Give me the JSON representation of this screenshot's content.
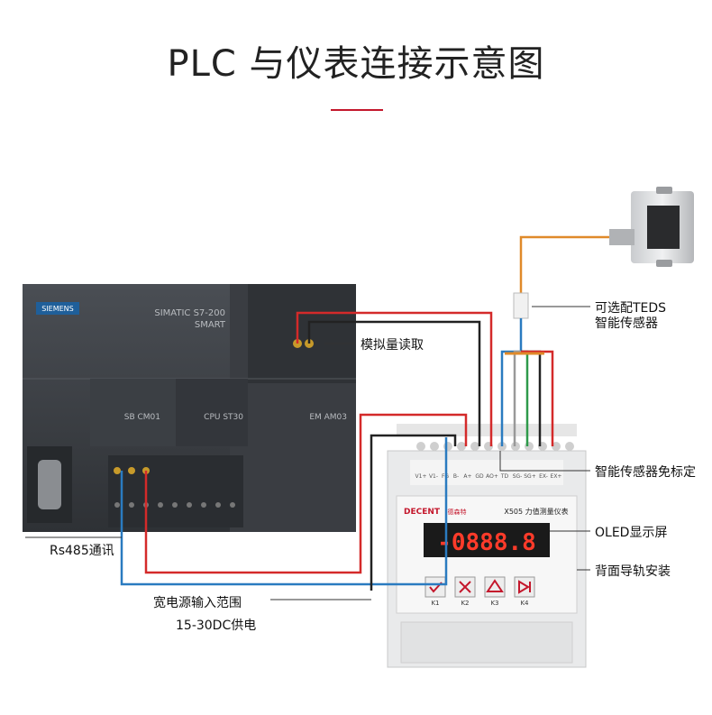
{
  "title": "PLC 与仪表连接示意图",
  "accent_color": "#c4172c",
  "plc": {
    "brand": "SIEMENS",
    "model_line1": "SIMATIC S7-200",
    "model_line2": "SMART",
    "module_cm": "SB CM01",
    "module_cpu": "CPU ST30",
    "module_em": "EM AM03"
  },
  "meter": {
    "brand": "DECENT",
    "brand_cn": "德森特",
    "model": "X505 力值测量仪表",
    "display": "-0888.8",
    "terminals": [
      "V1+",
      "V1-",
      "FG",
      "B-",
      "A+",
      "GD",
      "AO+",
      "TD",
      "SG-",
      "SG+",
      "EX-",
      "EX+"
    ],
    "keys": [
      "K1",
      "K2",
      "K3",
      "K4"
    ],
    "key_icons": [
      "check-icon",
      "cross-icon",
      "triangle-up-icon",
      "play-bar-icon"
    ]
  },
  "labels": {
    "analog_read": "模拟量读取",
    "teds": "可选配TEDS",
    "teds2": "智能传感器",
    "smart_sensor": "智能传感器免标定",
    "oled": "OLED显示屏",
    "rail": "背面导轨安装",
    "rs485": "Rs485通讯",
    "power1": "宽电源输入范围",
    "power2": "15-30DC供电"
  },
  "wire_colors": {
    "red": "#d42a2a",
    "blue": "#2a7bc0",
    "black": "#222222",
    "orange": "#e08a2a",
    "green": "#2e9a4a",
    "gray": "#999999"
  }
}
